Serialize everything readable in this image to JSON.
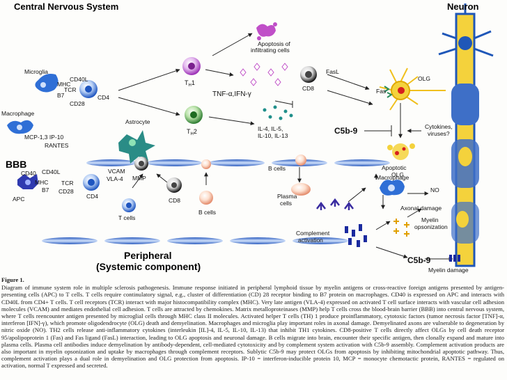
{
  "titles": {
    "cns": "Central Nervous System",
    "neuron": "Neuron",
    "bbb": "BBB",
    "peripheral_line1": "Peripheral",
    "peripheral_line2": "(Systemic component)"
  },
  "labels": {
    "microglia": "Microglia",
    "mhc_top": "MHC",
    "b7_top": "B7",
    "cd40l_top": "CD40L",
    "tcr_top": "TCR",
    "cd28_top": "CD28",
    "cd4_top": "CD4",
    "macrophage_left": "Macrophage",
    "mcp_ip": "MCP-1,3  IP-10",
    "rantes": "RANTES",
    "astrocyte": "Astrocyte",
    "th1": "T",
    "th1_sub": "H",
    "th1_num": "1",
    "th2": "T",
    "th2_sub": "H",
    "th2_num": "2",
    "apoptosis": "Apoptosis of",
    "apoptosis2": "infiltrating cells",
    "tnf": "TNF-α,IFN-γ",
    "cd8_top": "CD8",
    "fasl": "FasL",
    "fas": "Fas",
    "olg": "OLG",
    "il_line1": "IL-4, IL-5,",
    "il_line2": "IL-10, IL-13",
    "c5b9_mid": "C5b-9",
    "cytokines": "Cytokines,",
    "viruses": "viruses?",
    "apoptotic": "Apoptotic",
    "apoptotic_olg": "OLG",
    "cd40_bbb": "CD40",
    "cd40l_bbb": "CD40L",
    "mhc_bbb": "MHC",
    "tcr_bbb": "TCR",
    "b7_bbb": "B7",
    "cd28_bbb": "CD28",
    "cd4_bbb": "CD4",
    "apc": "APC",
    "vcam": "VCAM",
    "vla4": "VLA-4",
    "mmp": "MMP",
    "cd8_bbb": "CD8",
    "b_cells_mid": "B cells",
    "b_cells_bottom": "B cells",
    "t_cells": "T cells",
    "plasma": "Plasma",
    "plasma2": "cells",
    "macrophage_right": "Macrophage",
    "no": "NO",
    "axonal": "Axonal damage",
    "complement": "Complement",
    "complement2": "activation",
    "myelin": "Myelin",
    "opsonization": "opsonization",
    "c5b9_bottom": "C5b-9",
    "myelin_damage": "Myelin damage"
  },
  "caption": {
    "figure_label": "Figure 1.",
    "text": "Diagram of immune system role in multiple sclerosis pathogenesis. Immune response initiated in peripheral lymphoid tissue by myelin antigens or cross-reactive foreign antigens presented by antigen-presenting cells (APC) to T cells. T cells require continulatory signal, e.g., cluster of differentiation (CD) 28 receptor binding to B7 protein on macrophages. CD40 is expressed on APC and interacts with CD40L from CD4+ T cells. T cell receptors (TCR) interact with major histocompatibility complex (MHC). Very late antigen (VLA-4) expressed on activated T cell surface interacts with vascular cell adhesion molecules (VCAM) and mediates endothelial cell adhesion. T cells are attracted by chemokines. Matrix metalloproteinases (MMP) help T cells cross the blood-brain barrier (BBB) into central nervous system, where T cells reencounter antigen presented by microglial cells through MHC class II molecules. Activated helper T cells (TH) 1 produce proinflammatory, cytotoxic factors (tumor necrosis factor [TNF]-α, interferon [IFN]-γ), which promote oligodendrocyte (OLG) death and demyelination. Macrophages and microglia play important roles in axonal damage. Demyelinated axons are vulnerable to degeneration by nitric oxide (NO). TH2 cells release anti-inflammatory cytokines (interleukin [IL]-4, IL-5, IL-10, IL-13) that inhibit TH1 cytokines. CD8-positive T cells directly affect OLGs by cell death receptor 95/apolipoprotein 1 (Fas) and Fas ligand (FasL) interaction, leading to OLG apoptosis and neuronal damage. B cells migrate into brain, encounter their specific antigen, then clonally expand and mature into plasma cells. Plasma cell antibodies induce demyelination by antibody-dependent, cell-mediated cytotoxicity and by complement system activation with C5b-9 assembly. Complement activation products are also important in myelin opsonization and uptake by macrophages through complement receptors. Sublytic C5b-9 may protect OLGs from apoptosis by inhibiting mitochondrial apoptotic pathway. Thus, complement activation plays a dual role in demyelination and OLG protection from apoptosis. IP-10 = interferon-inducible protein 10, MCP = monocyte chemotactic protein, RANTES = regulated on activation, normal T expressed and secreted."
  },
  "colors": {
    "axon": "#f4d23c",
    "axon_border": "#1f57b8",
    "myelin": "#3e6fc7",
    "membrane": "#1f4fb0",
    "th_purple": "#b24bc8",
    "th_green": "#3a8f3a",
    "cd4_blue": "#2f6fd6",
    "cd8_dark": "#222222"
  }
}
